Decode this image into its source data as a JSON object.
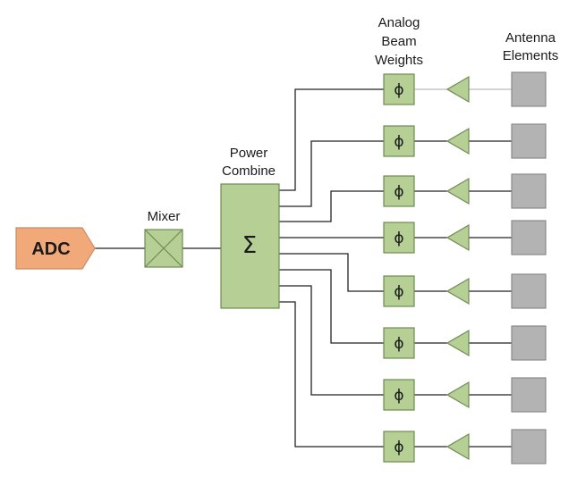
{
  "labels": {
    "adc": "ADC",
    "mixer": "Mixer",
    "power_combine_line1": "Power",
    "power_combine_line2": "Combine",
    "sum_symbol": "Σ",
    "weights_line1": "Analog",
    "weights_line2": "Beam",
    "weights_line3": "Weights",
    "antenna_line1": "Antenna",
    "antenna_line2": "Elements"
  },
  "channels": [
    {
      "phase_symbol": "ϕ"
    },
    {
      "phase_symbol": "ϕ"
    },
    {
      "phase_symbol": "ϕ"
    },
    {
      "phase_symbol": "ϕ"
    },
    {
      "phase_symbol": "ϕ"
    },
    {
      "phase_symbol": "ϕ"
    },
    {
      "phase_symbol": "ϕ"
    },
    {
      "phase_symbol": "ϕ"
    }
  ],
  "colors": {
    "adc_fill": "#f2a97a",
    "adc_stroke": "#c98c63",
    "green_fill": "#b5cf95",
    "green_stroke": "#6f8c55",
    "antenna_fill": "#b3b3b3",
    "antenna_stroke": "#8a8a8a",
    "wire": "#222222"
  }
}
